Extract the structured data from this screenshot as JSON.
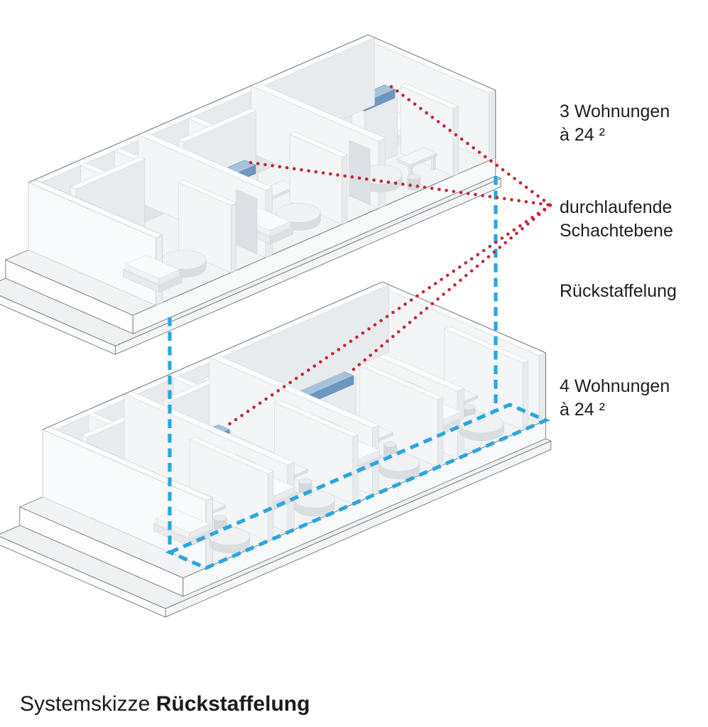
{
  "figure": {
    "caption_prefix": "Systemskizze ",
    "caption_bold": "Rückstaffelung"
  },
  "annotations": {
    "upper_floor": {
      "line1": "3 Wohnungen",
      "line2": "à 24 ²"
    },
    "shaft": {
      "line1": "durchlaufende",
      "line2": "Schachtebene"
    },
    "setback": {
      "line1": "Rückstaffelung"
    },
    "lower_floor": {
      "line1": "4 Wohnungen",
      "line2": "à 24 ²"
    }
  },
  "colors": {
    "annotation_red": "#c42837",
    "annotation_blue": "#2aa7e1",
    "shaft_blue_top": "#a6c3de",
    "shaft_blue_side": "#6e97c0",
    "shaft_blue_left": "#5f88b4",
    "text": "#1e1e20"
  }
}
